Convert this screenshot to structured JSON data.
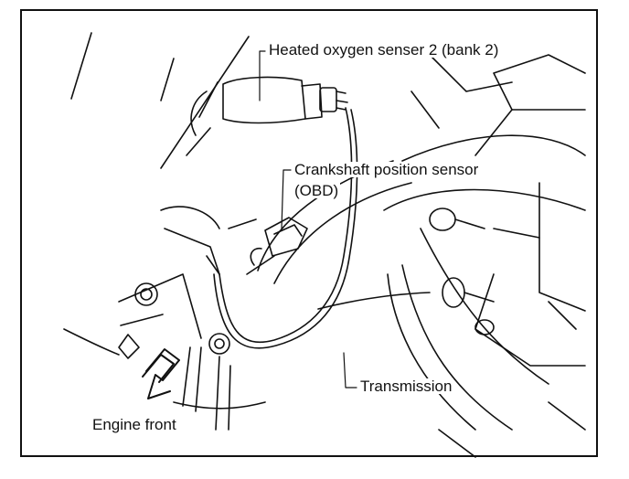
{
  "labels": {
    "heated_oxygen_sensor": "Heated oxygen senser 2 (bank 2)",
    "crankshaft_position_sensor": "Crankshaft position sensor",
    "obd": "(OBD)",
    "transmission": "Transmission",
    "engine_front": "Engine front"
  },
  "colors": {
    "line": "#111111",
    "background": "#ffffff"
  },
  "icons": {
    "engine_front_arrow": "zigzag-arrow-icon"
  }
}
